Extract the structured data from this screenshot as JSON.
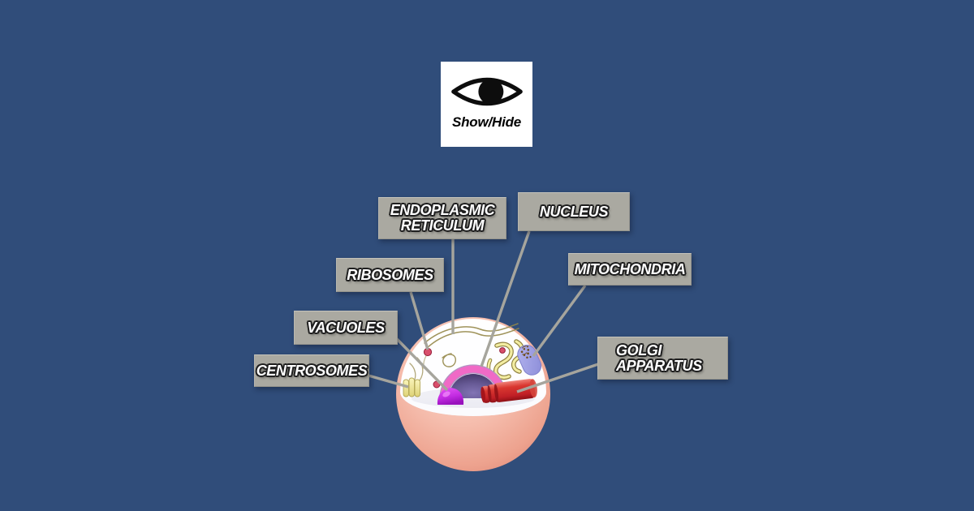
{
  "background_color": "#304d7a",
  "show_hide_button": {
    "label": "Show/Hide",
    "icon": "eye-icon"
  },
  "diagram": {
    "labels": [
      {
        "id": "endoplasmic-reticulum",
        "text": "ENDOPLASMIC\nRETICULUM"
      },
      {
        "id": "nucleus",
        "text": "NUCLEUS"
      },
      {
        "id": "ribosomes",
        "text": "RIBOSOMES"
      },
      {
        "id": "mitochondria",
        "text": "MITOCHONDRIA"
      },
      {
        "id": "vacuoles",
        "text": "VACUOLES"
      },
      {
        "id": "centrosomes",
        "text": "CENTROSOMES"
      },
      {
        "id": "golgi-apparatus",
        "text": "GOLGI\nAPPARATUS"
      }
    ],
    "colors": {
      "label_box": "#aaa9a1",
      "label_text": "#ffffff",
      "leader_line": "#a6a59d",
      "cell_membrane": "#f2b0a0",
      "cytoplasm": "#ffffff",
      "nucleus": "#574a82",
      "nuclear_envelope": "#f06ac6",
      "vacuole": "#c32ce2",
      "golgi_apparatus": "#c9242b",
      "centrosome": "#efe48f",
      "mitochondria": "#9fa0e5",
      "ribosome": "#d94f6b",
      "endoplasmic_reticulum": "#f3eda2"
    }
  }
}
